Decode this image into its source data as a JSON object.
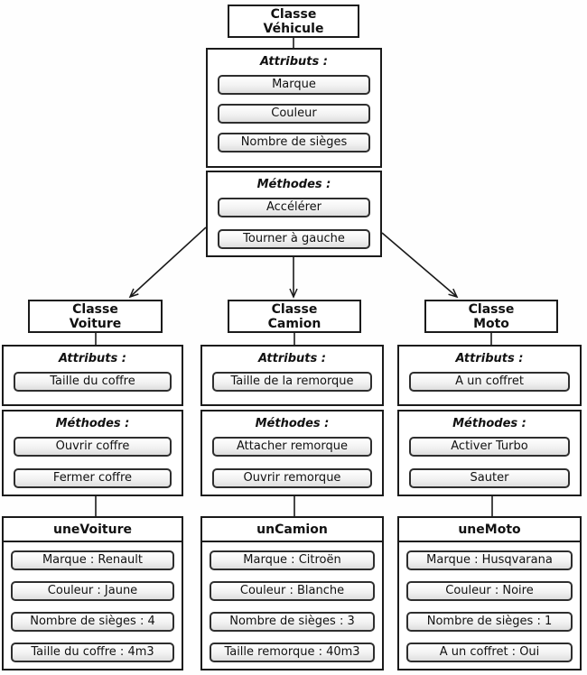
{
  "colors": {
    "background": "#ffffff",
    "box_border": "#1a1a1a",
    "button_border": "#2e2e2e",
    "button_gradient_top": "#ffffff",
    "button_gradient_bottom": "#dedede",
    "text": "#111111"
  },
  "base_class": {
    "title_line1": "Classe",
    "title_line2": "Véhicule",
    "attributes_label": "Attributs :",
    "attributes": [
      "Marque",
      "Couleur",
      "Nombre de sièges"
    ],
    "methods_label": "Méthodes :",
    "methods": [
      "Accélérer",
      "Tourner à gauche"
    ]
  },
  "subclasses": [
    {
      "title_line1": "Classe",
      "title_line2": "Voiture",
      "attributes_label": "Attributs :",
      "attributes": [
        "Taille du coffre"
      ],
      "methods_label": "Méthodes :",
      "methods": [
        "Ouvrir coffre",
        "Fermer coffre"
      ],
      "instance": {
        "name": "uneVoiture",
        "fields": [
          "Marque : Renault",
          "Couleur : Jaune",
          "Nombre de sièges : 4",
          "Taille du coffre : 4m3"
        ]
      }
    },
    {
      "title_line1": "Classe",
      "title_line2": "Camion",
      "attributes_label": "Attributs :",
      "attributes": [
        "Taille de la remorque"
      ],
      "methods_label": "Méthodes :",
      "methods": [
        "Attacher remorque",
        "Ouvrir remorque"
      ],
      "instance": {
        "name": "unCamion",
        "fields": [
          "Marque : Citroën",
          "Couleur : Blanche",
          "Nombre de sièges : 3",
          "Taille remorque : 40m3"
        ]
      }
    },
    {
      "title_line1": "Classe",
      "title_line2": "Moto",
      "attributes_label": "Attributs :",
      "attributes": [
        "A un coffret"
      ],
      "methods_label": "Méthodes :",
      "methods": [
        "Activer Turbo",
        "Sauter"
      ],
      "instance": {
        "name": "uneMoto",
        "fields": [
          "Marque : Husqvarana",
          "Couleur : Noire",
          "Nombre de sièges : 1",
          "A un coffret : Oui"
        ]
      }
    }
  ]
}
